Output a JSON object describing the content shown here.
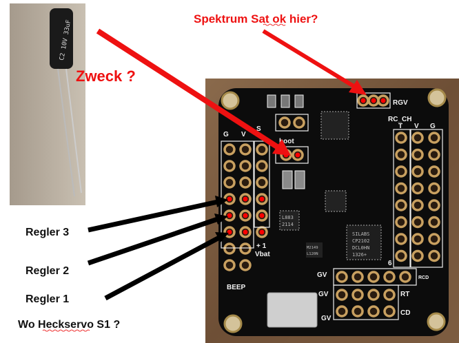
{
  "annotations": {
    "spektrum": "Spektrum Sat ok hier?",
    "zweck": "Zweck ?",
    "regler3": "Regler 3",
    "regler2": "Regler 2",
    "regler1": "Regler 1",
    "heckservo": "Wo Heckservo S1 ?"
  },
  "capacitor": {
    "marking": "C2 10V 33uF"
  },
  "board": {
    "silk": {
      "g": "G",
      "v": "V",
      "s": "S",
      "boot": "boot",
      "rgv": "RGV",
      "rc_ch": "RC_CH",
      "t": "T",
      "v2": "V",
      "g2": "G",
      "vbat": "Vbat",
      "plus1": "+ 1",
      "beep": "BEEP",
      "gv1": "GV",
      "gv2": "GV",
      "gv3": "GV",
      "rcd": "RCD",
      "rt": "RT",
      "cd": "CD",
      "six": "6"
    },
    "chips": {
      "silabs": [
        "SILABS",
        "CP2102",
        "DCL0HN",
        "1326+"
      ],
      "l883": [
        "L883",
        "2114"
      ],
      "m2149": [
        "M2149",
        "L120N"
      ]
    }
  },
  "colors": {
    "arrow_red": "#ee1111",
    "pcb": "#0c0c0c",
    "wood": "#7a5a3e",
    "pad": "#c8a060",
    "marker_red": "#ff0000"
  }
}
